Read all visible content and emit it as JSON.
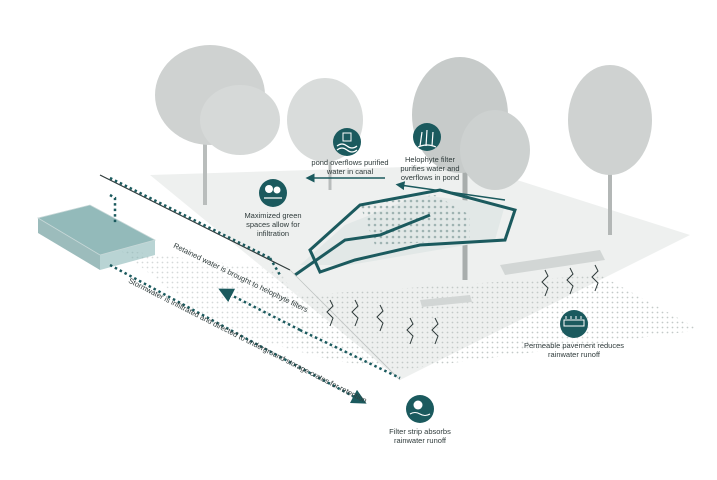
{
  "colors": {
    "accent": "#1b5a5e",
    "water": "#6fa3a3",
    "tree": "#c9cccb",
    "ground": "#eceeed",
    "text": "#2f3b3b"
  },
  "callouts": [
    {
      "id": "pond",
      "icon": "pond-icon",
      "lines": [
        "pond overflows purified",
        "water in canal"
      ]
    },
    {
      "id": "helophyte",
      "icon": "helophyte-icon",
      "lines": [
        "Helophyte filter",
        "purifies water and",
        "overflows in pond"
      ]
    },
    {
      "id": "green",
      "icon": "green-space-icon",
      "lines": [
        "Maximized green",
        "spaces allow for",
        "infiltration"
      ]
    },
    {
      "id": "pavement",
      "icon": "permeable-pavement-icon",
      "lines": [
        "Permeable pavement reduces",
        "rainwater runoff"
      ]
    },
    {
      "id": "filter",
      "icon": "filter-strip-icon",
      "lines": [
        "Filter strip absorbs",
        "rainwater runoff"
      ]
    }
  ],
  "flow_labels": {
    "retained": "Retained water is brought to helophyte filters",
    "stormwater": "Stormwater is infiltrated and directed to underground storage crates for retention"
  }
}
